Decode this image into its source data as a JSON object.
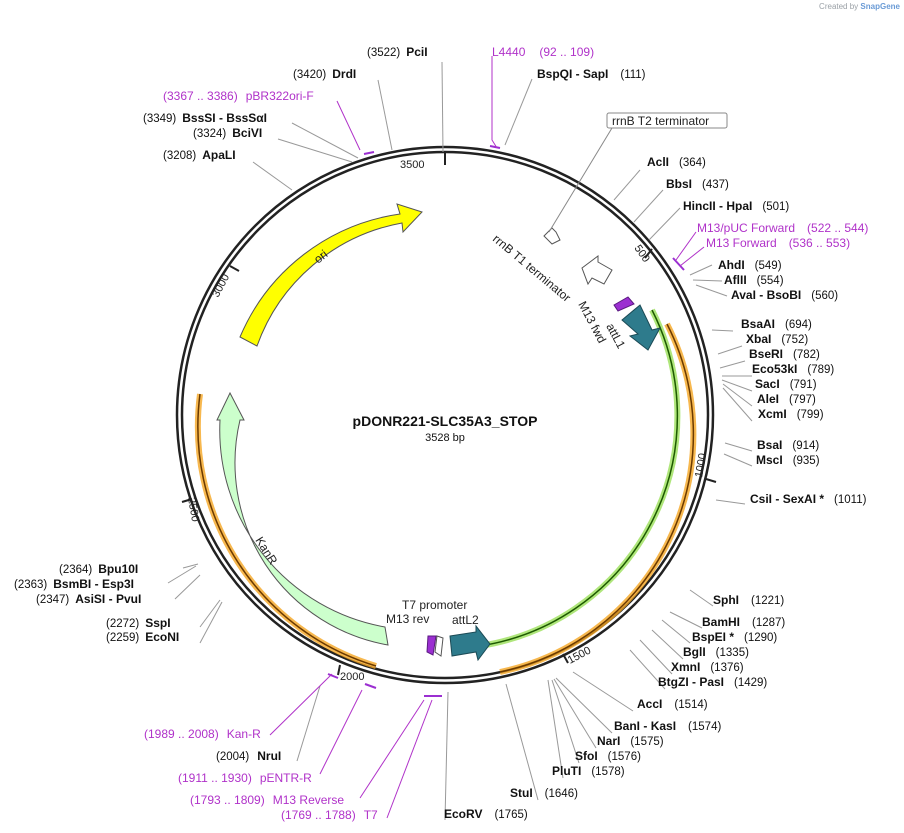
{
  "credit": {
    "prefix": "Created by",
    "brand": "SnapGene"
  },
  "plasmid": {
    "name": "pDONR221-SLC35A3_STOP",
    "length_label": "3528 bp"
  },
  "ticks": [
    "500",
    "1000",
    "1500",
    "2000",
    "2500",
    "3000",
    "3500"
  ],
  "features": {
    "ori": "ori",
    "kanr": "KanR",
    "attl1": "attL1",
    "attl2": "attL2",
    "m13fwd": "M13 fwd",
    "m13rev": "M13 rev",
    "t7": "T7 promoter",
    "rrnb1": "rrnB T1 terminator",
    "rrnb2": "rrnB T2 terminator"
  },
  "enzymes": {
    "pcii": {
      "name": "PciI",
      "pos": "(3522)"
    },
    "drdi": {
      "name": "DrdI",
      "pos": "(3420)"
    },
    "bsssi": {
      "name": "BssSI",
      "name2": "BssSαI",
      "pos": "(3349)"
    },
    "bcivi": {
      "name": "BciVI",
      "pos": "(3324)"
    },
    "apali": {
      "name": "ApaLI",
      "pos": "(3208)"
    },
    "bspqi": {
      "name": "BspQI",
      "name2": "SapI",
      "pos": "(111)"
    },
    "acli": {
      "name": "AclI",
      "pos": "(364)"
    },
    "bbsi": {
      "name": "BbsI",
      "pos": "(437)"
    },
    "hincii": {
      "name": "HincII",
      "name2": "HpaI",
      "pos": "(501)"
    },
    "ahdi": {
      "name": "AhdI",
      "pos": "(549)"
    },
    "aflii": {
      "name": "AflII",
      "pos": "(554)"
    },
    "avai": {
      "name": "AvaI",
      "name2": "BsoBI",
      "pos": "(560)"
    },
    "bsaai": {
      "name": "BsaAI",
      "pos": "(694)"
    },
    "xbai": {
      "name": "XbaI",
      "pos": "(752)"
    },
    "bseri": {
      "name": "BseRI",
      "pos": "(782)"
    },
    "eco53ki": {
      "name": "Eco53kI",
      "pos": "(789)"
    },
    "saci": {
      "name": "SacI",
      "pos": "(791)"
    },
    "alei": {
      "name": "AleI",
      "pos": "(797)"
    },
    "xcmi": {
      "name": "XcmI",
      "pos": "(799)"
    },
    "bsai": {
      "name": "BsaI",
      "pos": "(914)"
    },
    "msci": {
      "name": "MscI",
      "pos": "(935)"
    },
    "csii": {
      "name": "CsiI",
      "name2": "SexAI *",
      "pos": "(1011)"
    },
    "sphi": {
      "name": "SphI",
      "pos": "(1221)"
    },
    "bamhi": {
      "name": "BamHI",
      "pos": "(1287)"
    },
    "bspei": {
      "name": "BspEI *",
      "pos": "(1290)"
    },
    "bgli": {
      "name": "BglI",
      "pos": "(1335)"
    },
    "xmni": {
      "name": "XmnI",
      "pos": "(1376)"
    },
    "btgzi": {
      "name": "BtgZI",
      "name2": "PasI",
      "pos": "(1429)"
    },
    "acci": {
      "name": "AccI",
      "pos": "(1514)"
    },
    "bani": {
      "name": "BanI",
      "name2": "KasI",
      "pos": "(1574)"
    },
    "nari": {
      "name": "NarI",
      "pos": "(1575)"
    },
    "sfoi": {
      "name": "SfoI",
      "pos": "(1576)"
    },
    "pluti": {
      "name": "PluTI",
      "pos": "(1578)"
    },
    "stui": {
      "name": "StuI",
      "pos": "(1646)"
    },
    "ecorv": {
      "name": "EcoRV",
      "pos": "(1765)"
    },
    "nrui": {
      "name": "NruI",
      "pos": "(2004)"
    },
    "econi": {
      "name": "EcoNI",
      "pos": "(2259)"
    },
    "sspi": {
      "name": "SspI",
      "pos": "(2272)"
    },
    "asisi": {
      "name": "AsiSI",
      "name2": "PvuI",
      "pos": "(2347)"
    },
    "bsmbi": {
      "name": "BsmBI",
      "name2": "Esp3I",
      "pos": "(2363)"
    },
    "bpu10i": {
      "name": "Bpu10I",
      "pos": "(2364)"
    }
  },
  "primers": {
    "l4440": {
      "name": "L4440",
      "range": "(92 .. 109)"
    },
    "pbr322": {
      "name": "pBR322ori-F",
      "range": "(3367 .. 3386)"
    },
    "m13puc": {
      "name": "M13/pUC Forward",
      "range": "(522 .. 544)"
    },
    "m13fwd": {
      "name": "M13 Forward",
      "range": "(536 .. 553)"
    },
    "kanr": {
      "name": "Kan-R",
      "range": "(1989 .. 2008)"
    },
    "pentr": {
      "name": "pENTR-R",
      "range": "(1911 .. 1930)"
    },
    "m13rev": {
      "name": "M13 Reverse",
      "range": "(1793 .. 1809)"
    },
    "t7": {
      "name": "T7",
      "range": "(1769 .. 1788)"
    }
  },
  "colors": {
    "backbone": "#222222",
    "ori": "#ffff00",
    "kanr": "#ccffcc",
    "att": "#2e7b8c",
    "primer_site": "#9b2fd1",
    "label_primer": "#b032c9",
    "highlight_orange": "#f5a623",
    "highlight_green": "#9be05a"
  }
}
